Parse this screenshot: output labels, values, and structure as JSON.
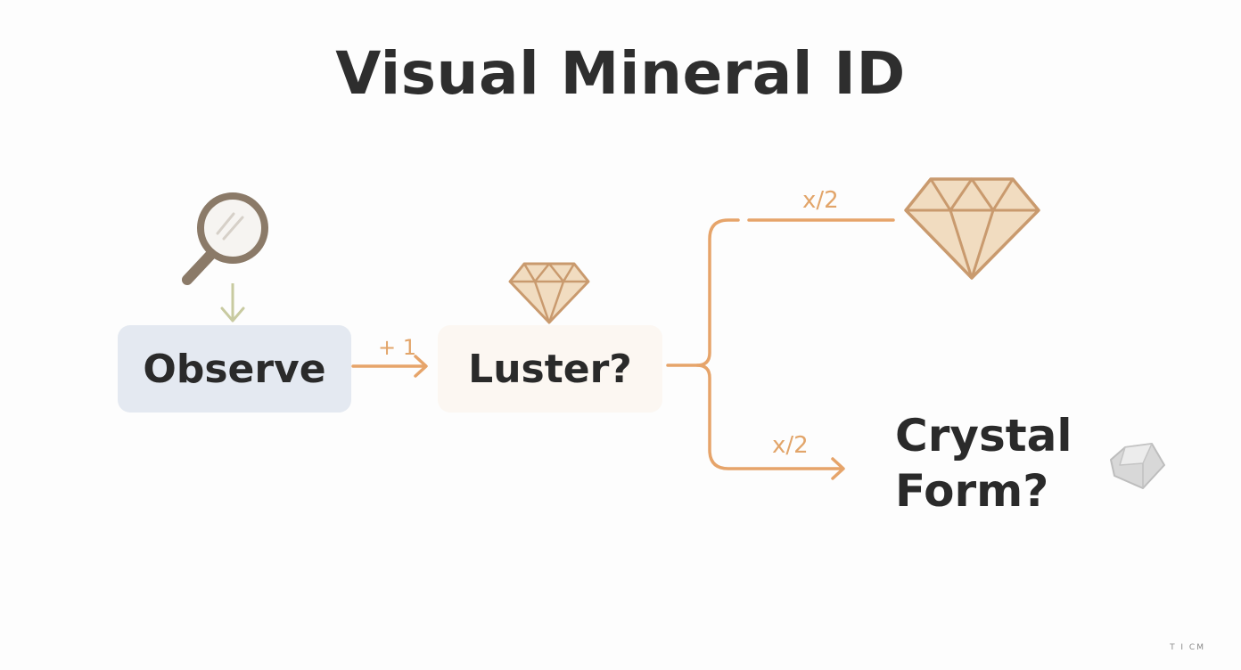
{
  "title": "Visual Mineral ID",
  "nodes": {
    "observe": "Observe",
    "luster": "Luster?",
    "crystal_line1": "Crystal",
    "crystal_line2": "Form?"
  },
  "edge_labels": {
    "observe_to_luster": "+ 1",
    "luster_to_top": "x/2",
    "luster_to_crystal": "x/2"
  },
  "footer": "T I CM",
  "colors": {
    "arrow": "#e6a46a",
    "observe_bg": "#e4e9f1",
    "luster_bg": "#fcf7f2",
    "gem_fill": "#f1dcc0",
    "gem_stroke": "#c99a6e",
    "magnifier": "#8b7a68",
    "down_arrow": "#c8caa0",
    "gray_gem": "#cfcfcf"
  },
  "icons": [
    "magnifier-icon",
    "down-arrow-icon",
    "small-diamond-icon",
    "large-diamond-icon",
    "gray-crystal-icon"
  ]
}
